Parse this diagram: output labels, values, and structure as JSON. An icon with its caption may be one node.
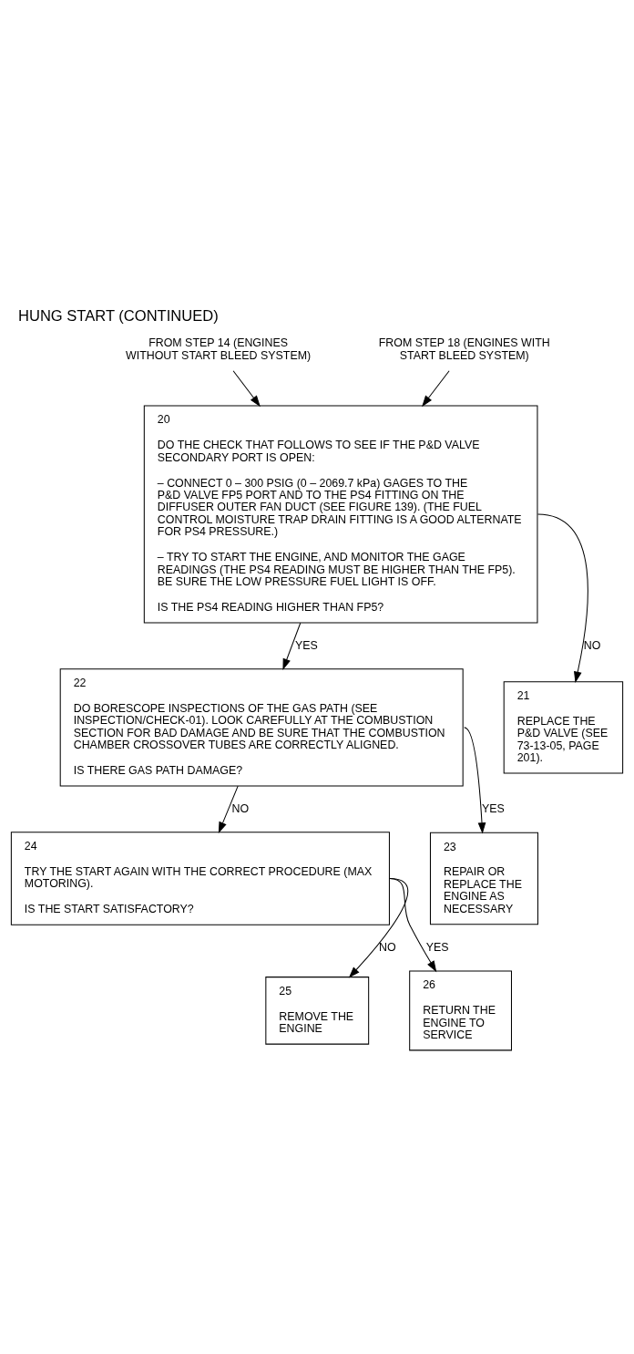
{
  "diagram": {
    "title": "HUNG START (CONTINUED)",
    "nodes": [
      {
        "text": [
          "FROM STEP 14 (ENGINES WITHOUT START BLEED SYSTEM)"
        ]
      },
      {
        "text": [
          "FROM STEP 18 (ENGINES WITH START BLEED SYSTEM)"
        ]
      },
      {
        "text": [
          "20",
          "DO THE CHECK THAT FOLLOWS TO SEE IF THE P&D VALVE SECONDARY PORT IS OPEN:",
          "– CONNECT 0 – 300 PSIG (0 – 2069.7 kPa) GAGES TO THE P&D VALVE FP5 PORT AND TO THE PS4 FITTING ON THE DIFFUSER OUTER FAN DUCT (SEE FIGURE 139). (THE FUEL CONTROL MOISTURE TRAP DRAIN FITTING IS A GOOD ALTERNATE FOR PS4 PRESSURE.)",
          "– TRY TO START THE ENGINE, AND MONITOR THE GAGE READINGS (THE PS4 READING MUST BE HIGHER THAN THE FP5). BE SURE THE LOW PRESSURE FUEL LIGHT IS OFF.",
          "IS THE PS4 READING HIGHER THAN FP5?"
        ]
      },
      {
        "text": [
          "21",
          "REPLACE THE P&D VALVE (SEE 73-13-05, PAGE 201)."
        ]
      },
      {
        "text": [
          "22",
          "DO BORESCOPE INSPECTIONS OF THE GAS PATH (SEE INSPECTION/CHECK-01). LOOK CAREFULLY AT THE COMBUSTION SECTION FOR BAD DAMAGE AND BE SURE THAT THE COMBUSTION CHAMBER CROSSOVER TUBES ARE CORRECTLY ALIGNED.",
          "IS THERE GAS PATH DAMAGE?"
        ]
      },
      {
        "text": [
          "23",
          "REPAIR OR REPLACE THE ENGINE AS NECESSARY"
        ]
      },
      {
        "text": [
          "24",
          "TRY THE START AGAIN WITH THE CORRECT PROCEDURE (MAX MOTORING).",
          "IS THE START SATISFACTORY?"
        ]
      },
      {
        "text": [
          "25",
          "REMOVE THE ENGINE"
        ]
      },
      {
        "text": [
          "26",
          "RETURN THE ENGINE TO SERVICE"
        ]
      }
    ],
    "edges": [
      {
        "from": 0,
        "to": 2,
        "arrow": "to"
      },
      {
        "from": 1,
        "to": 2,
        "arrow": "to"
      },
      {
        "from": 2,
        "to": 4,
        "arrow": "to",
        "label": "YES"
      },
      {
        "from": 2,
        "to": 3,
        "arrow": "to",
        "label": "NO"
      },
      {
        "from": 4,
        "to": 6,
        "arrow": "to",
        "label": "NO"
      },
      {
        "from": 4,
        "to": 5,
        "arrow": "to",
        "label": "YES"
      },
      {
        "from": 6,
        "to": 8,
        "arrow": "to",
        "label": "YES"
      },
      {
        "from": 6,
        "to": 7,
        "arrow": "to",
        "label": "NO"
      }
    ]
  }
}
